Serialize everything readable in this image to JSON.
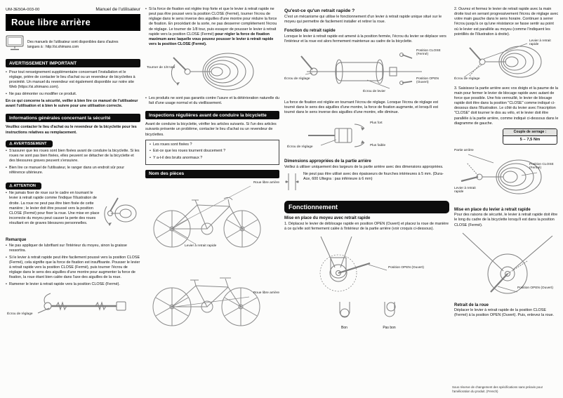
{
  "header": {
    "doc_number": "UM-3E50A-003-00",
    "doc_type": "Manuel de l'utilisateur",
    "title": "Roue libre arrière",
    "languages_note_prefix": "Des manuels de l'utilisateur sont disponibles dans d'autres langues à :",
    "languages_url": "http://si.shimano.com"
  },
  "important_warning": {
    "title": "AVERTISSEMENT IMPORTANT",
    "bullets": [
      "Pour tout renseignement supplémentaire concernant l'installation et le réglage, prière de contacter le lieu d'achat ou un revendeur de bicyclettes à proximité. Un manuel du revendeur est également disponible sur notre site Web (https://si.shimano.com).",
      "Ne pas démonter ou modifier ce produit."
    ],
    "note": "En ce qui concerne la sécurité, veiller à bien lire ce manuel de l'utilisateur avant l'utilisation et à bien le suivre pour une utilisation correcte."
  },
  "general_safety": {
    "title": "Informations générales concernant la sécurité",
    "intro": "Veuillez contacter le lieu d'achat ou le revendeur de la bicyclette pour les instructions relatives au remplacement.",
    "warning_label": "AVERTISSEMENT",
    "warning_bullets": [
      "S'assurer que les roues sont bien fixées avant de conduire la bicyclette. Si les roues ne sont pas bien fixées, elles peuvent se détacher de la bicyclette et des blessures graves peuvent s'ensuivre.",
      "Bien lire ce manuel de l'utilisateur, le ranger dans un endroit sûr pour référence ultérieure."
    ],
    "caution_label": "ATTENTION",
    "caution_bullets": [
      "Ne jamais fixer de roue sur le cadre en tournant le levier à retrait rapide comme l'indique l'illustration de droite. La roue ne peut pas être bien fixée de cette manière ; le levier doit être poussé vers la position CLOSE (Fermé) pour fixer la roue. Une mise en place incorrecte du moyeu peut causer la perte des roues résultant en de graves blessures personnelles."
    ]
  },
  "remarque": {
    "title": "Remarque",
    "bullets": [
      "Ne pas appliquer de lubrifiant sur l'intérieur du moyeu, sinon la graisse ressortira.",
      "Si le levier à retrait rapide peut être facilement poussé vers la position CLOSE (Fermé), cela signifie que la force de fixation est insuffisante. Pousser le levier à retrait rapide vers la position CLOSE (Fermé), puis tourner l'écrou de réglage dans le sens des aiguilles d'une montre pour augmenter la force de fixation, la roue étant bien calée dans l'axe des aiguilles de la roue.",
      "Ramener le levier à retrait rapide vers la position CLOSE (Fermé)."
    ],
    "axle_label": "Écrou de réglage"
  },
  "col2": {
    "force_bullet_regular": "Si la force de fixation est réglée trop forte et que le levier à retrait rapide ne peut pas être poussé vers la position CLOSE (Fermé), tourner l'écrou de réglage dans le sens inverse des aiguilles d'une montre pour réduire la force de fixation. En procédant de la sorte, ne pas desserrer complètement l'écrou de réglage. Le tourner de 1/8 tour, puis essayer de pousser le levier à retrait rapide vers la position CLOSE (Fermé) ",
    "force_bullet_bold": "pour régler la force de fixation maximum avec laquelle vous pouvez pousser le levier à retrait rapide vers la position CLOSE (Fermé).",
    "turn_label": "Tourner de 1/8 tour",
    "warranty_bullet": "Les produits ne sont pas garantis contre l'usure et la détérioration naturelle du fait d'une usage normal et du vieillissement."
  },
  "inspections": {
    "title": "Inspections régulières avant de conduire la bicyclette",
    "intro": "Avant de conduire la bicyclette, vérifier les articles suivants. Si l'un des articles suivants présente un problème, contacter le lieu d'achat ou un revendeur de bicyclettes.",
    "checklist": [
      "Les roues sont fixées ?",
      "Est-ce que les roues tournent doucement ?",
      "Y a-t-il des bruits anormaux ?"
    ]
  },
  "part_names": {
    "title": "Nom des pièces",
    "labels": {
      "freehub_top": "Roue libre arrière",
      "qr_lever": "Levier à retrait rapide",
      "freehub_bottom": "Roue libre arrière"
    }
  },
  "quick_release": {
    "what_title": "Qu'est-ce qu'un retrait rapide ?",
    "what_text": "C'est un mécanisme qui utilise le fonctionnement d'un levier à retrait rapide unique situé sur le moyeu qui permettre de facilement installer et retirer la roue.",
    "function_title": "Fonction du retrait rapide",
    "function_text": "Lorsque le levier à retrait rapide est amené à la position fermée, l'écrou du levier se déplace vers l'intérieur et la roue est alors fermement maintenue au cadre de la bicyclette.",
    "diagram_labels": {
      "adjust_nut": "Écrou de réglage",
      "lever_nut": "Écrou de levier",
      "close": "Position CLOSE (Fermé)",
      "open": "Position OPEN (Ouvert)"
    },
    "adjust_text": "La force de fixation est réglée en tournant l'écrou de réglage. Lorsque l'écrou de réglage est tourné dans le sens des aiguilles d'une montre, la force de fixation augmente, et lorsqu'il est tourné dans le sens inverse des aiguilles d'une montre, elle diminue.",
    "adjust_labels": {
      "nut": "Écrou de réglage",
      "stronger": "Plus fort",
      "weaker": "Plus faible"
    }
  },
  "dimensions": {
    "title": "Dimensions appropriées de la partie arrière",
    "text": "Veillez à utiliser uniquement des largeurs de la partie arrière avec des dimensions appropriées.",
    "note": "Ne peut pas être utilisé avec des épaisseurs de fourches intérieures à 5 mm. (Dura-Ace, 600 Ultegra : pas inférieure à 6 mm)"
  },
  "operation": {
    "title": "Fonctionnement",
    "install_hub_title": "Mise en place du moyeu avec retrait rapide",
    "step1": "1. Déplacez le levier de déblocage rapide en position OPEN (Ouvert) et placez la roue de manière à ce qu'elle soit fermement calée à l'intérieur de la partie arrière (voir croquis ci-dessous).",
    "step1_labels": {
      "open": "Position OPEN (Ouvert)",
      "good": "Bon",
      "bad": "Pas bon"
    },
    "step2": "2. Ouvrez et fermez le levier de retrait rapide avec la main droite tout en serrant progressivement l'écrou de réglage avec votre main gauche dans le sens horaire. Continuer à serrer l'écrou jusqu'à ce qu'une résistance se fasse sentir au point où le levier est parallèle au moyeu (comme l'indiquent les pointillés de l'illustration à droite).",
    "step2_labels": {
      "lever": "Levier à retrait rapide",
      "nut": "Écrou de réglage"
    },
    "step3": "3. Saisissez la partie arrière avec vos doigts et la paume de la main pour fermer le levier de blocage rapide avec autant de force que possible. Une fois verrouillé, le levier de blocage rapide doit être dans la position \"CLOSE\" comme indiqué ci-dessous dans l'illustration. Le côté du levier avec l'inscription \"CLOSE\" doit tourner le dos au vélo, et le levier doit être parallèle à la partie arrière, comme indiqué ci-dessous dans le diagramme de gauche.",
    "torque": {
      "label": "Couple de serrage :",
      "value": "5 – 7,5 Nm"
    },
    "step3_labels": {
      "rear": "Partie arrière",
      "lever": "Levier à retrait rapide",
      "close": "Position CLOSE (Fermé)"
    },
    "install_lever_title": "Mise en place du levier à retrait rapide",
    "install_lever_text": "Pour des raisons de sécurité, le levier à retrait rapide doit être le long du cadre de la bicyclette lorsqu'il est dans la position CLOSE (Fermé).",
    "install_lever_label": "Position OPEN (Ouvert)",
    "remove_title": "Retrait de la roue",
    "remove_text": "Déplacer le levier à retrait rapide de la position CLOSE (Fermé) à la position OPEN (Ouvert). Puis, enlevez la roue."
  },
  "footer": "Sous réserve de changement des spécifications sans préavis pour l'amélioration du produit. (French)"
}
